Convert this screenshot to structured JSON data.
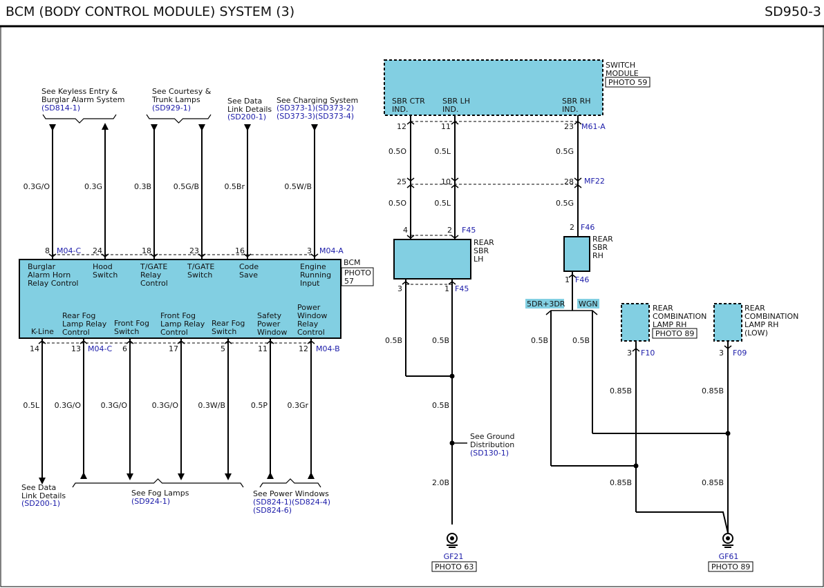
{
  "header": {
    "title": "BCM (BODY CONTROL MODULE) SYSTEM (3)",
    "code": "SD950-3"
  },
  "colors": {
    "module_fill": "#82cfe2",
    "link_blue": "#1a1aa8",
    "wire": "#000000",
    "tag_fill": "#82cfe2"
  },
  "top_refs": [
    {
      "lines": [
        "See Keyless Entry &",
        "Burglar Alarm System"
      ],
      "links": [
        "(SD814-1)"
      ]
    },
    {
      "lines": [
        "See Courtesy &",
        "Trunk Lamps"
      ],
      "links": [
        "(SD929-1)"
      ]
    },
    {
      "lines": [
        "See Data",
        "Link Details"
      ],
      "links": [
        "(SD200-1)"
      ]
    },
    {
      "lines": [
        "See Charging System"
      ],
      "links": [
        "(SD373-1)(SD373-2)",
        "(SD373-3)(SD373-4)"
      ]
    }
  ],
  "bcm": {
    "name": "BCM",
    "photo": [
      "PHOTO",
      "57"
    ],
    "top_connector": [
      "M04-C",
      "M04-A"
    ],
    "bottom_connector": [
      "M04-C",
      "M04-B"
    ],
    "top_pins": [
      {
        "pin": "8",
        "wire": "0.3G/O",
        "label": [
          "Burglar",
          "Alarm Horn",
          "Relay Control"
        ]
      },
      {
        "pin": "24",
        "wire": "0.3G",
        "label": [
          "Hood",
          "Switch"
        ]
      },
      {
        "pin": "18",
        "wire": "0.3B",
        "label": [
          "T/GATE",
          "Relay",
          "Control"
        ]
      },
      {
        "pin": "23",
        "wire": "0.5G/B",
        "label": [
          "T/GATE",
          "Switch"
        ]
      },
      {
        "pin": "16",
        "wire": "0.5Br",
        "label": [
          "Code",
          "Save"
        ]
      },
      {
        "pin": "3",
        "wire": "0.5W/B",
        "label": [
          "Engine",
          "Running",
          "Input"
        ]
      }
    ],
    "bottom_pins": [
      {
        "pin": "14",
        "wire": "0.5L",
        "label": [
          "K-Line"
        ]
      },
      {
        "pin": "13",
        "wire": "0.3G/O",
        "label": [
          "Rear Fog",
          "Lamp Relay",
          "Control"
        ]
      },
      {
        "pin": "6",
        "wire": "0.3G/O",
        "label": [
          "Front Fog",
          "Switch"
        ]
      },
      {
        "pin": "17",
        "wire": "0.3G/O",
        "label": [
          "Front Fog",
          "Lamp Relay",
          "Control"
        ]
      },
      {
        "pin": "5",
        "wire": "0.3W/B",
        "label": [
          "Rear Fog",
          "Switch"
        ]
      },
      {
        "pin": "11",
        "wire": "0.5P",
        "label": [
          "Safety",
          "Power",
          "Window"
        ]
      },
      {
        "pin": "12",
        "wire": "0.3Gr",
        "label": [
          "Power",
          "Window",
          "Relay",
          "Control"
        ]
      }
    ]
  },
  "bottom_refs": [
    {
      "lines": [
        "See Data",
        "Link Details"
      ],
      "links": [
        "(SD200-1)"
      ]
    },
    {
      "lines": [
        "See Fog Lamps"
      ],
      "links": [
        "(SD924-1)"
      ]
    },
    {
      "lines": [
        "See Power Windows"
      ],
      "links": [
        "(SD824-1)(SD824-4)",
        "(SD824-6)"
      ]
    }
  ],
  "switch_module": {
    "name": [
      "SWITCH",
      "MODULE"
    ],
    "photo": "PHOTO 59",
    "connector": "M61-A",
    "inputs": [
      {
        "label": [
          "SBR CTR",
          "IND."
        ],
        "pin": "12",
        "wire_top": "0.5O",
        "mf_pin": "25",
        "wire_bottom": "0.5O"
      },
      {
        "label": [
          "SBR LH",
          "IND."
        ],
        "pin": "11",
        "wire_top": "0.5L",
        "mf_pin": "10",
        "wire_bottom": "0.5L"
      },
      {
        "label": [
          "SBR RH",
          "IND."
        ],
        "pin": "23",
        "wire_top": "0.5G",
        "mf_pin": "28",
        "wire_bottom": "0.5G"
      }
    ],
    "mid_connector": "MF22"
  },
  "sbr_lh": {
    "name": [
      "REAR",
      "SBR",
      "LH"
    ],
    "connector": "F45",
    "top_pins": [
      "4",
      "2"
    ],
    "bottom_pins": [
      "3",
      "1"
    ],
    "wires_below": [
      "0.5B",
      "0.5B"
    ]
  },
  "sbr_rh": {
    "name": [
      "REAR",
      "SBR",
      "RH"
    ],
    "connector": "F46",
    "top_pin": "2",
    "bottom_pin": "1"
  },
  "ground_left": {
    "wire_mid": "0.5B",
    "ref_lines": [
      "See Ground",
      "Distribution"
    ],
    "ref_link": "(SD130-1)",
    "wire_low": "2.0B",
    "ground": "GF21",
    "photo": "PHOTO 63"
  },
  "tags": [
    "5DR+3DR",
    "WGN"
  ],
  "rear_lamp_rh": {
    "name": [
      "REAR",
      "COMBINATION",
      "LAMP RH"
    ],
    "photo": "PHOTO 89",
    "pin": "3",
    "connector": "F10",
    "wire": "0.85B"
  },
  "rear_lamp_rh_low": {
    "name": [
      "REAR",
      "COMBINATION",
      "LAMP RH",
      "(LOW)"
    ],
    "pin": "3",
    "connector": "F09",
    "wire": "0.85B"
  },
  "right_wires": {
    "w5dr": "0.5B",
    "wwgn": "0.5B",
    "lower_left": "0.85B",
    "lower_right": "0.85B"
  },
  "ground_right": {
    "ground": "GF61",
    "photo": "PHOTO 89"
  }
}
